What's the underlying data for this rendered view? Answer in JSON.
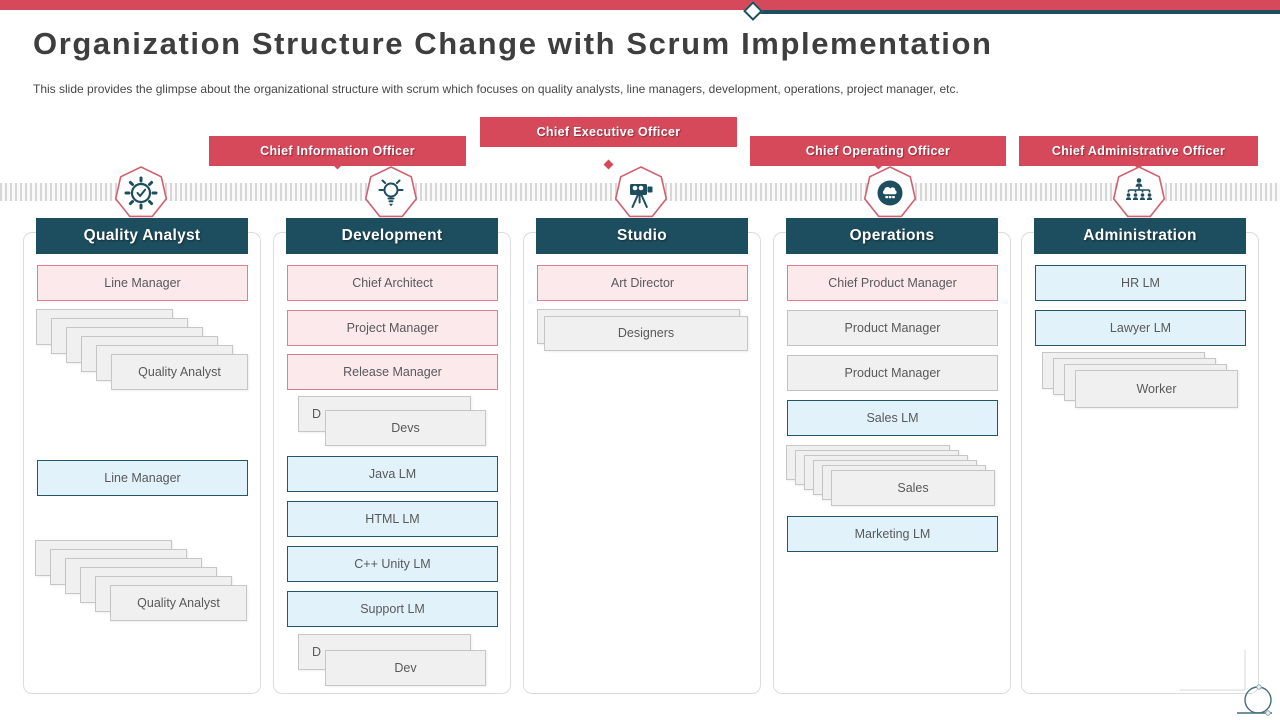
{
  "slide": {
    "title": "Organization Structure Change with Scrum Implementation",
    "subtitle": "This slide provides the glimpse about the organizational structure with scrum which focuses on quality analysts, line managers, development, operations, project manager, etc."
  },
  "officers": [
    "Chief Information Officer",
    "Chief Executive Officer",
    "Chief Operating Officer",
    "Chief Administrative Officer"
  ],
  "icons": [
    "settings-gear-check",
    "idea-bulb",
    "studio-video-camera",
    "cloud-computing",
    "org-hierarchy"
  ],
  "columns": [
    {
      "header": "Quality Analyst",
      "items": [
        "Line Manager",
        "Quality Analyst",
        "Line Manager",
        "Quality Analyst"
      ]
    },
    {
      "header": "Development",
      "items": [
        "Chief Architect",
        "Project Manager",
        "Release Manager",
        "D",
        "Devs",
        "Java LM",
        "HTML LM",
        "C++ Unity LM",
        "Support LM",
        "D",
        "Dev"
      ]
    },
    {
      "header": "Studio",
      "items": [
        "Art Director",
        "Designers"
      ]
    },
    {
      "header": "Operations",
      "items": [
        "Chief Product Manager",
        "Product Manager",
        "Product Manager",
        "Sales LM",
        "Sales",
        "Marketing LM"
      ]
    },
    {
      "header": "Administration",
      "items": [
        "HR LM",
        "Lawyer LM",
        "Worker"
      ]
    }
  ],
  "colors": {
    "accent_red": "#d5495b",
    "dark_teal": "#1d4e5f",
    "pink_fill": "#fbe9ec",
    "pink_border": "#dd808b",
    "blue_fill": "#e2f2fa",
    "blue_border": "#23566b",
    "gray_fill": "#f0f0f0"
  }
}
